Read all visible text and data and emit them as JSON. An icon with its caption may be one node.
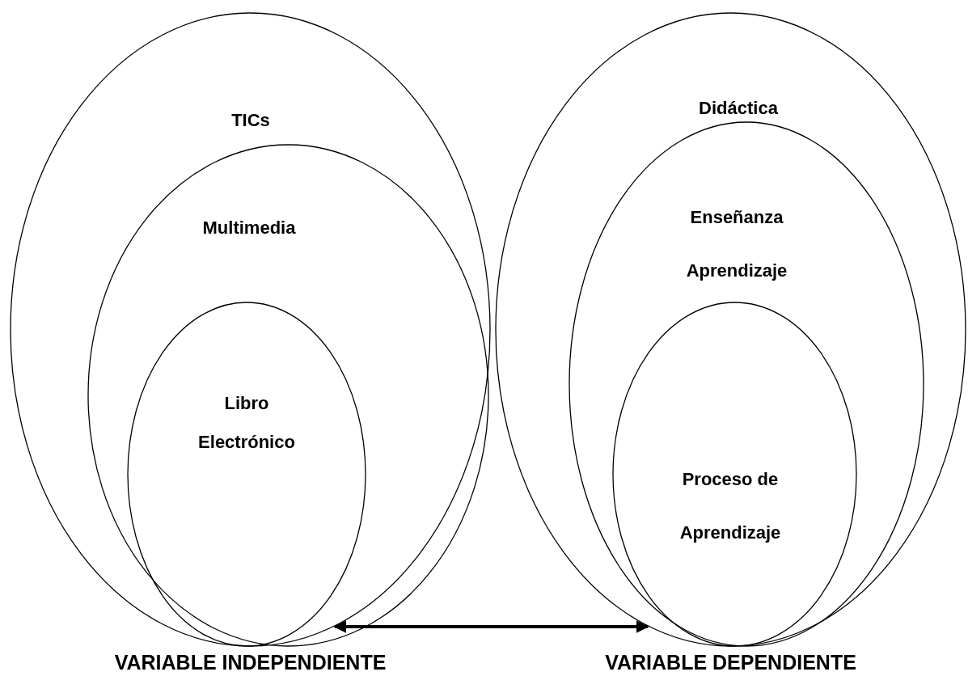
{
  "diagram": {
    "nodes": [
      {
        "text": [
          "TICs"
        ],
        "beside": [
          "VARIABLE INDEPENDIENTE"
        ]
      },
      {
        "text": [
          "Multimedia"
        ],
        "in": 0
      },
      {
        "text": [
          "Libro Electrónico"
        ],
        "in": 1
      },
      {
        "text": [
          "Didáctica"
        ],
        "beside": [
          "VARIABLE DEPENDIENTE"
        ]
      },
      {
        "text": [
          "Enseñanza Aprendizaje"
        ],
        "in": 3
      },
      {
        "text": [
          "Proceso de Aprendizaje"
        ],
        "in": 4
      }
    ],
    "edges": [
      {
        "from": 0,
        "to": 3,
        "arrow": "both"
      }
    ]
  }
}
